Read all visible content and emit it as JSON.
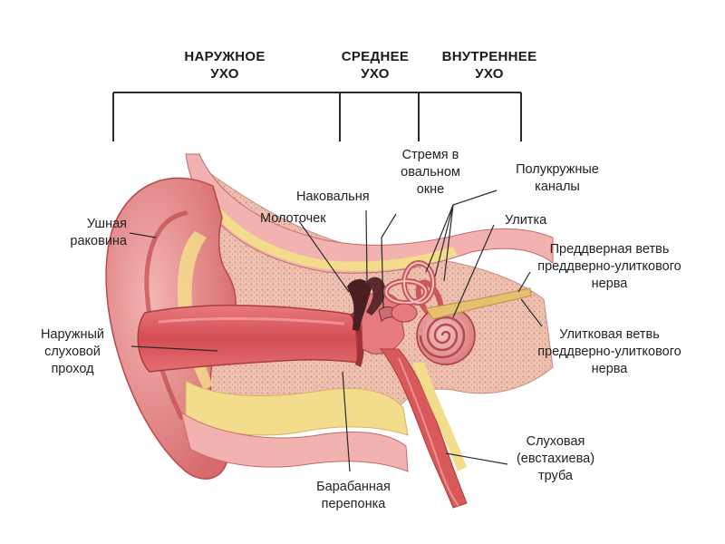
{
  "sections": {
    "outer": [
      "НАРУЖНОЕ",
      "УХО"
    ],
    "middle": [
      "СРЕДНЕЕ",
      "УХО"
    ],
    "inner": [
      "ВНУТРЕННЕЕ",
      "УХО"
    ]
  },
  "labels": {
    "auricle": [
      "Ушная",
      "раковина"
    ],
    "ear_canal": [
      "Наружный",
      "слуховой",
      "проход"
    ],
    "malleus": [
      "Молоточек"
    ],
    "incus": [
      "Наковальня"
    ],
    "stapes": [
      "Стремя в",
      "овальном",
      "окне"
    ],
    "canals": [
      "Полукружные",
      "каналы"
    ],
    "cochlea": [
      "Улитка"
    ],
    "vestibular_branch": [
      "Преддверная ветвь",
      "преддверно-улиткового",
      "нерва"
    ],
    "cochlear_branch": [
      "Улитковая ветвь",
      "преддверно-улиткового",
      "нерва"
    ],
    "eardrum": [
      "Барабанная",
      "перепонка"
    ],
    "eustachian": [
      "Слуховая",
      "(евстахиева)",
      "труба"
    ]
  },
  "colors": {
    "skin": "#e8a0a0",
    "skin_dark": "#c94f4f",
    "canal": "#d9585a",
    "bone": "#f2c6b4",
    "cartilage_yellow": "#f3dc8c",
    "line": "#2a2a2a"
  }
}
